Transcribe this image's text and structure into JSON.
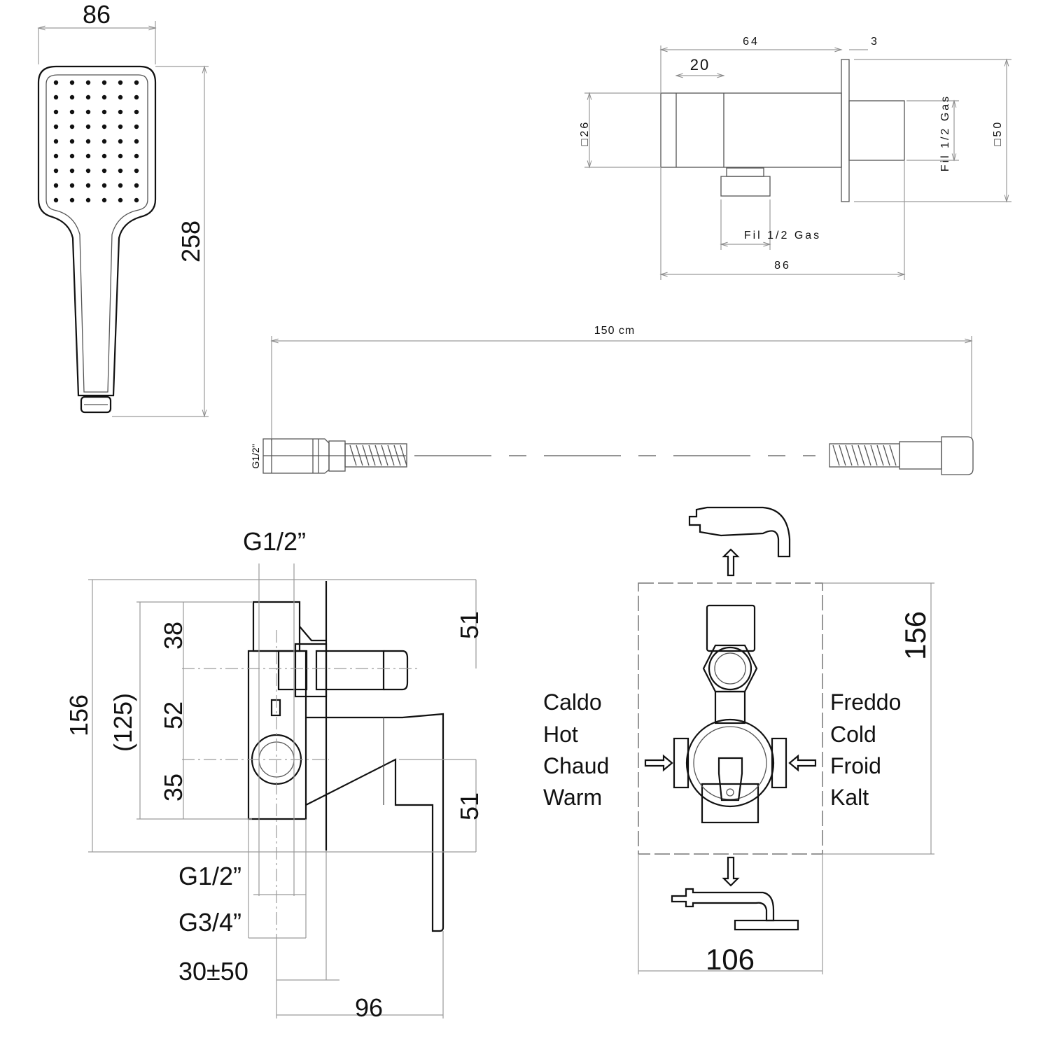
{
  "hand_shower": {
    "width": "86",
    "height": "258"
  },
  "wall_outlet": {
    "length": "64",
    "flange": "3",
    "nut": "20",
    "square_small": "□26",
    "thread_side": "Fil 1/2 Gas",
    "square_large": "□50",
    "thread_bottom": "Fil 1/2 Gas",
    "total": "86"
  },
  "hose": {
    "length": "150 cm",
    "thread": "G1/2\""
  },
  "mixer_side": {
    "top_thread": "G1/2”",
    "d51_top": "51",
    "d38": "38",
    "d52": "52",
    "d35": "35",
    "d156": "156",
    "d125": "(125)",
    "d51_bottom": "51",
    "thread_1": "G1/2”",
    "thread_2": "G3/4”",
    "depth": "30±50",
    "d96": "96"
  },
  "mixer_front": {
    "hot_labels": [
      "Caldo",
      "Hot",
      "Chaud",
      "Warm"
    ],
    "cold_labels": [
      "Freddo",
      "Cold",
      "Froid",
      "Kalt"
    ],
    "height": "156",
    "width": "106"
  }
}
